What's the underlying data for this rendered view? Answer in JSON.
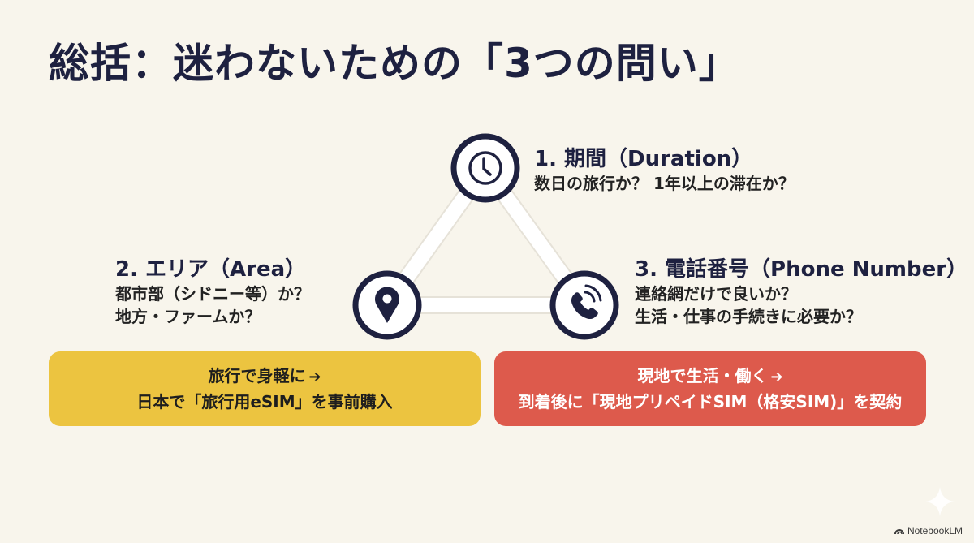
{
  "title": "総括：迷わないための「3つの問い」",
  "questions": [
    {
      "number": "1.",
      "heading": "1. 期間（Duration）",
      "lines": [
        "数日の旅行か？ 1年以上の滞在か？"
      ],
      "icon": "clock-icon"
    },
    {
      "number": "2.",
      "heading": "2. エリア（Area）",
      "lines": [
        "都市部（シドニー等）か？",
        "地方・ファームか？"
      ],
      "icon": "map-pin-icon"
    },
    {
      "number": "3.",
      "heading": "3. 電話番号（Phone Number）",
      "lines": [
        "連絡網だけで良いか？",
        "生活・仕事の手続きに必要か？"
      ],
      "icon": "phone-icon"
    }
  ],
  "outcomes": {
    "travel": {
      "line1": "旅行で身軽に",
      "arrow": "➔",
      "line2": "日本で「旅行用eSIM」を事前購入",
      "color": "#ecc440"
    },
    "living": {
      "line1": "現地で生活・働く",
      "arrow": "➔",
      "line2": "到着後に「現地プリペイドSIM（格安SIM)」を契約",
      "color": "#dd5a4c"
    }
  },
  "colors": {
    "background": "#f8f5ec",
    "navy": "#1e2140",
    "connector": "#ffffff"
  },
  "brand": {
    "label": "NotebookLM"
  }
}
